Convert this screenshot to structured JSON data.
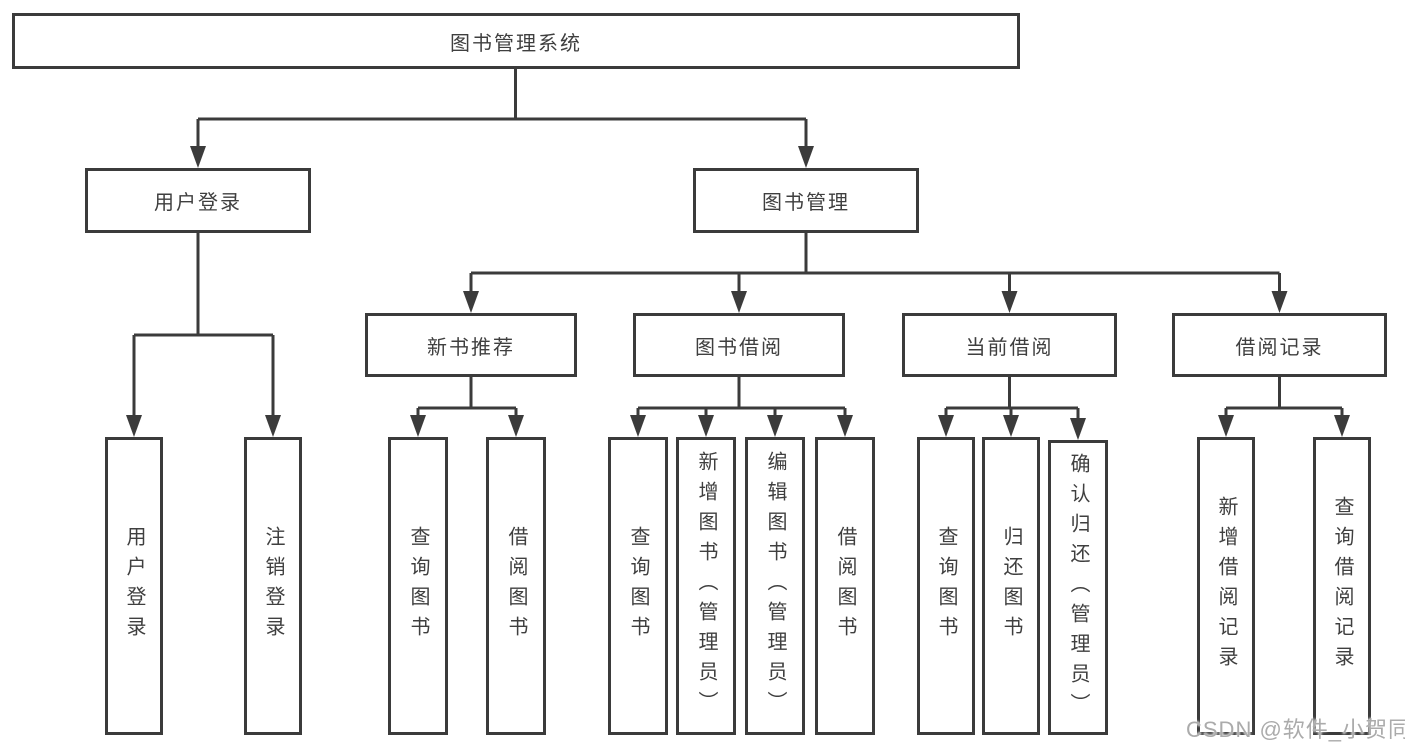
{
  "diagram": {
    "root": {
      "label": "图书管理系统"
    },
    "branches": [
      {
        "label": "用户登录",
        "children": [
          {
            "label": "用户登录"
          },
          {
            "label": "注销登录"
          }
        ]
      },
      {
        "label": "图书管理",
        "children": [
          {
            "label": "新书推荐",
            "children": [
              {
                "label": "查询图书"
              },
              {
                "label": "借阅图书"
              }
            ]
          },
          {
            "label": "图书借阅",
            "children": [
              {
                "label": "查询图书"
              },
              {
                "label": "新增图书（管理员）"
              },
              {
                "label": "编辑图书（管理员）"
              },
              {
                "label": "借阅图书"
              }
            ]
          },
          {
            "label": "当前借阅",
            "children": [
              {
                "label": "查询图书"
              },
              {
                "label": "归还图书"
              },
              {
                "label": "确认归还（管理员）"
              }
            ]
          },
          {
            "label": "借阅记录",
            "children": [
              {
                "label": "新增借阅记录"
              },
              {
                "label": "查询借阅记录"
              }
            ]
          }
        ]
      }
    ]
  },
  "watermark": {
    "text": "CSDN @软件_小贺同学"
  },
  "colors": {
    "line": "#3b3b3b",
    "text": "#3f3f3f",
    "watermark": "#ababab",
    "background": "#ffffff"
  }
}
